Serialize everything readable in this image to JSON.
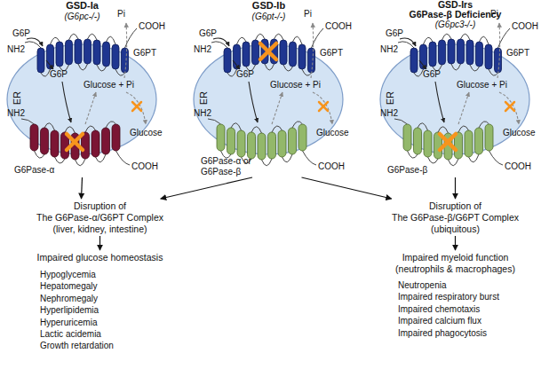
{
  "diagram": {
    "nodes": [
      {
        "text": [
          "GSD-Ia",
          "(G6pc-/-)",
          "ER"
        ]
      },
      {
        "text": [
          "G6PT"
        ],
        "in": 0
      },
      {
        "text": [
          "G6Pase-α"
        ],
        "in": 0
      },
      {
        "text": [
          "GSD-Ib",
          "(G6pt-/-)",
          "ER"
        ]
      },
      {
        "text": [
          "G6PT"
        ],
        "in": 3
      },
      {
        "text": [
          "G6Pase-α or G6Pase-β"
        ],
        "in": 3
      },
      {
        "text": [
          "GSD-Irs",
          "G6Pase-β Deficiency",
          "(G6pc3-/-)",
          "ER"
        ]
      },
      {
        "text": [
          "G6PT"
        ],
        "in": 6
      },
      {
        "text": [
          "G6Pase-β"
        ],
        "in": 6
      },
      {
        "text": [
          "Disruption of",
          "The G6Pase-α/G6PT Complex",
          "(liver, kidney, intestine)"
        ]
      },
      {
        "text": [
          "Disruption of",
          "The G6Pase-β/G6PT Complex",
          "(ubiquitous)"
        ]
      },
      {
        "text": [
          "Impaired glucose homeostasis",
          "Hypoglycemia",
          "Hepatomegaly",
          "Nephromegaly",
          "Hyperlipidemia",
          "Hyperuricemia",
          "Lactic acidemia",
          "Growth retardation"
        ]
      },
      {
        "text": [
          "Impaired myeloid function",
          "(neutrophils & macrophages)",
          "Neutropenia",
          "Impaired respiratory burst",
          "Impaired chemotaxis",
          "Impaired calcium flux",
          "Impaired phagocytosis"
        ]
      }
    ],
    "edges": [
      {
        "from": 0,
        "to": 9,
        "arrow": "to"
      },
      {
        "from": 3,
        "to": 9,
        "arrow": "to"
      },
      {
        "from": 3,
        "to": 10,
        "arrow": "to"
      },
      {
        "from": 6,
        "to": 10,
        "arrow": "to"
      },
      {
        "from": 9,
        "to": 11,
        "arrow": "to"
      },
      {
        "from": 10,
        "to": 12,
        "arrow": "to"
      }
    ],
    "labels": [
      "G6P",
      "NH2",
      "Pi",
      "COOH",
      "G6P",
      "Glucose + Pi",
      "NH2",
      "Glucose",
      "COOH",
      "G6P",
      "NH2",
      "Pi",
      "COOH",
      "G6P",
      "Glucose + Pi",
      "NH2",
      "Glucose",
      "COOH",
      "G6P",
      "NH2",
      "Pi",
      "COOH",
      "G6P",
      "Glucose + Pi",
      "NH2",
      "Glucose",
      "COOH"
    ]
  }
}
